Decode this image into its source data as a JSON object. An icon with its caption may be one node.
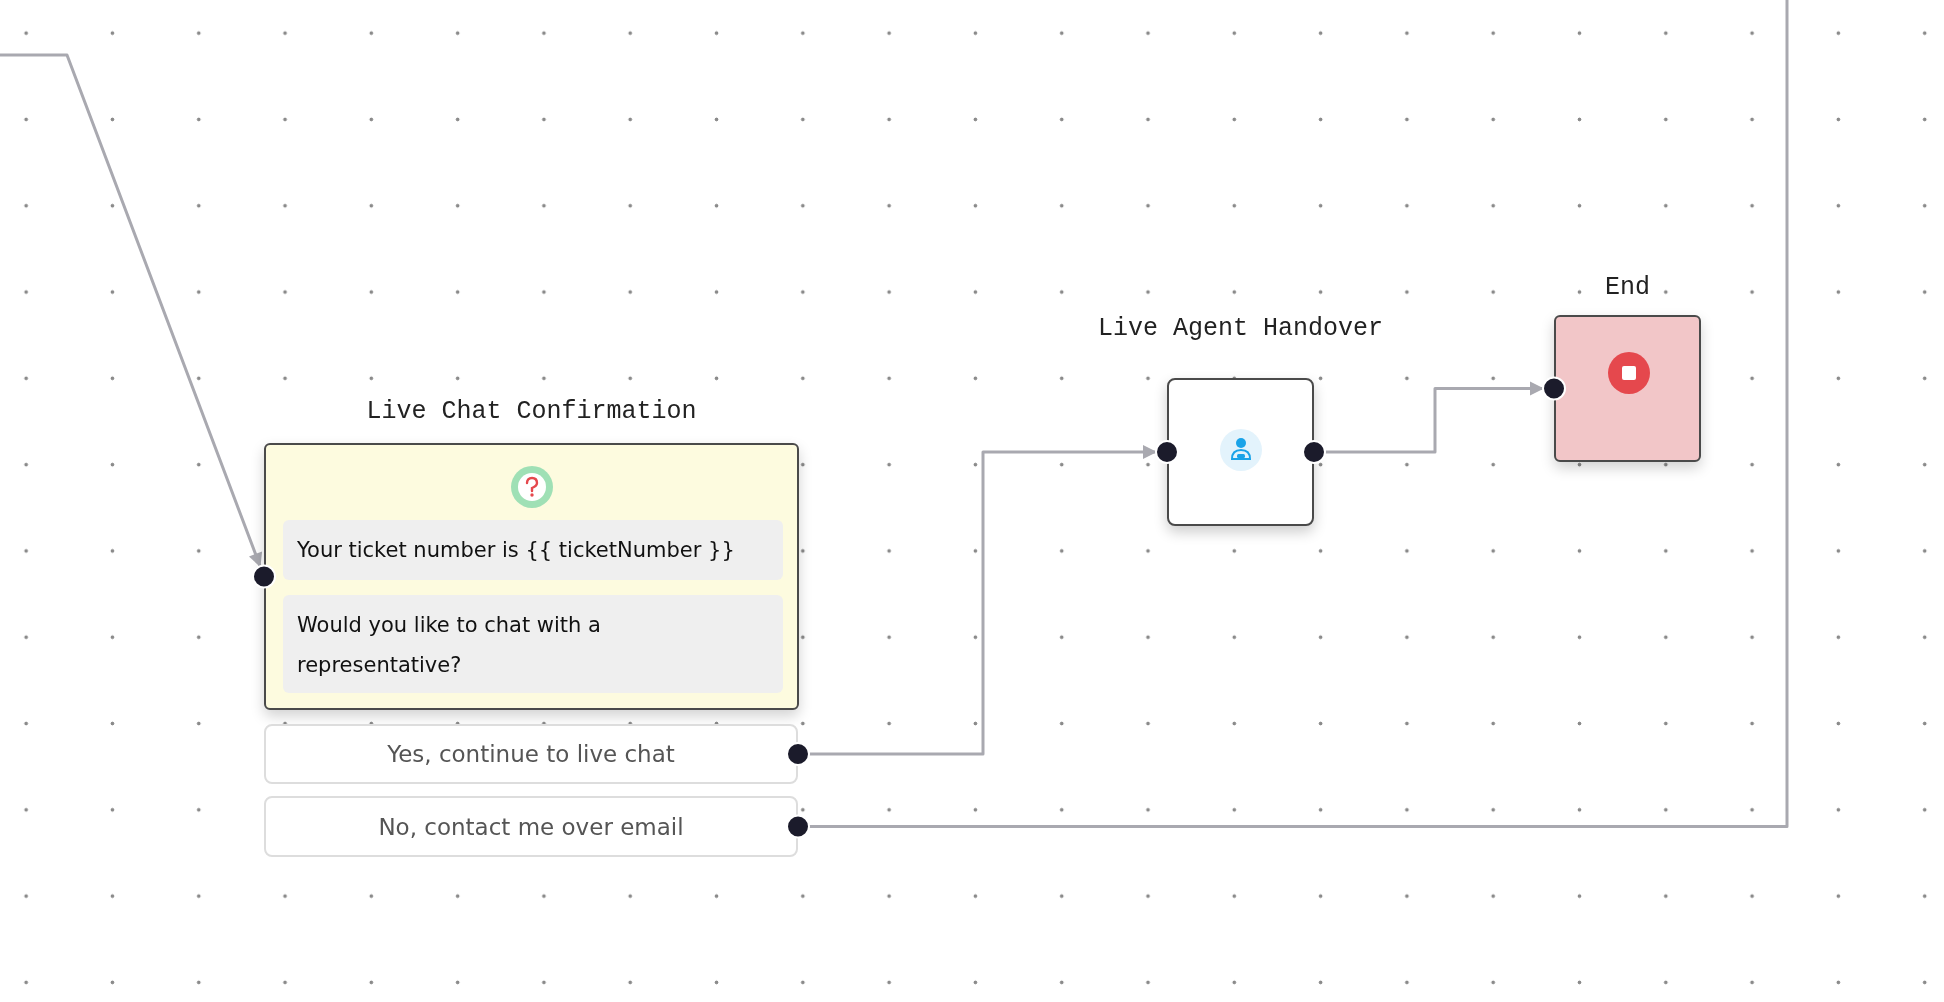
{
  "diagram": {
    "nodes": [
      {
        "text": [
          "Live Chat Confirmation"
        ]
      },
      {
        "text": [
          "Your ticket number is {{ ticketNumber }}"
        ],
        "in": 0
      },
      {
        "text": [
          "Would you like to chat with a representative?"
        ],
        "in": 0
      },
      {
        "text": [
          "Yes, continue to live chat"
        ]
      },
      {
        "text": [
          "No, contact me over email"
        ]
      },
      {
        "text": [
          "Live Agent Handover"
        ]
      },
      {
        "text": [
          "End"
        ]
      }
    ],
    "edges": [
      {
        "from": null,
        "to": 0,
        "arrow": "to"
      },
      {
        "from": 3,
        "to": 5,
        "arrow": "to"
      },
      {
        "from": 5,
        "to": 6,
        "arrow": "to"
      },
      {
        "from": 4,
        "to": null,
        "arrow": "none"
      }
    ]
  }
}
